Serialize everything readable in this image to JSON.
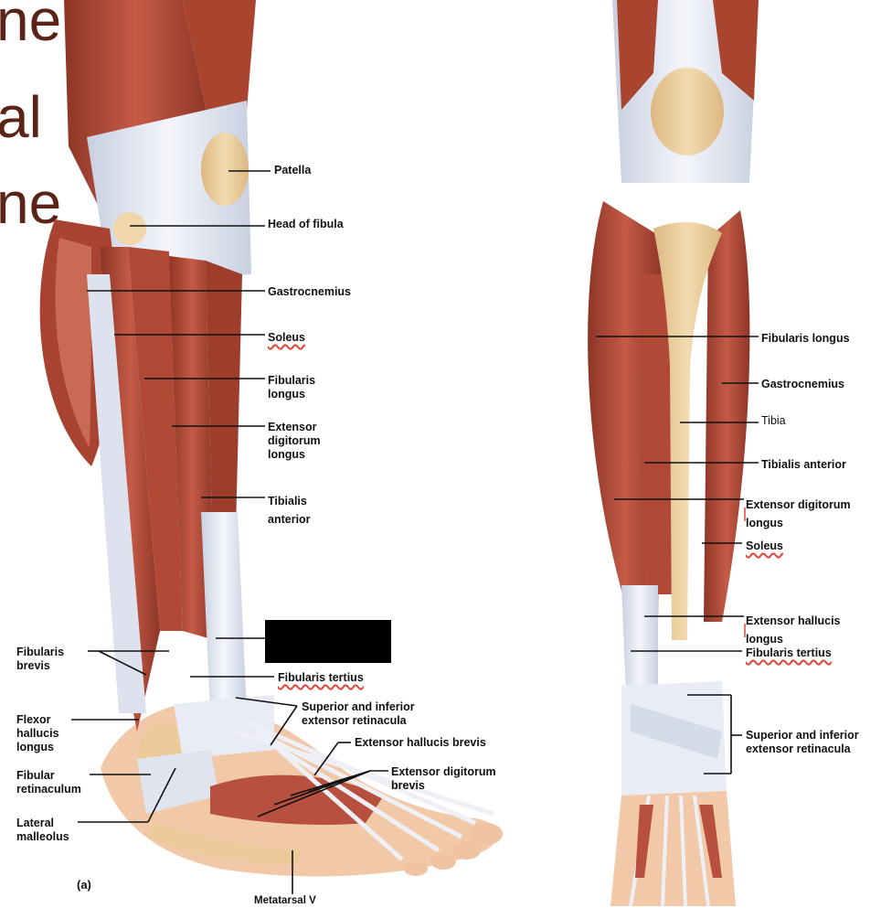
{
  "title_fragments": [
    "ne",
    "al",
    "ne"
  ],
  "panel_label": "(a)",
  "colors": {
    "muscle": "#b8503f",
    "muscle_dark": "#8e3527",
    "muscle_light": "#d47a66",
    "tendon": "#e9ecf4",
    "tendon_shade": "#c9cfe0",
    "bone": "#f0d6a8",
    "skin": "#f2c9a8",
    "title": "#5a2417",
    "squiggle": "#e0453a"
  },
  "left_labels": {
    "patella": "Patella",
    "head_of_fibula": "Head of fibula",
    "gastrocnemius": "Gastrocnemius",
    "soleus": "Soleus",
    "fibularis_longus": "Fibularis\nlongus",
    "extensor_digitorum_longus": "Extensor\ndigitorum\nlongus",
    "tibialis_anterior": "Tibialis\nanterior",
    "fibularis_tertius": "Fibularis tertius",
    "superior_inferior_retinacula": "Superior and inferior\nextensor retinacula",
    "extensor_hallucis_brevis": "Extensor hallucis brevis",
    "extensor_digitorum_brevis": "Extensor digitorum\nbrevis",
    "metatarsal_v": "Metatarsal V",
    "fibularis_brevis": "Fibularis\nbrevis",
    "flexor_hallucis_longus": "Flexor\nhallucis\nlongus",
    "fibular_retinaculum": "Fibular\nretinaculum",
    "lateral_malleolus": "Lateral\nmalleolus"
  },
  "right_labels": {
    "fibularis_longus": "Fibularis longus",
    "gastrocnemius": "Gastrocnemius",
    "tibia": "Tibia",
    "tibialis_anterior": "Tibialis anterior",
    "extensor_digitorum_longus": "Extensor digitorum\nlongus",
    "soleus": "Soleus",
    "extensor_hallucis_longus": "Extensor hallucis\nlongus",
    "fibularis_tertius": "Fibularis tertius",
    "superior_inferior_retinacula": "Superior and inferior\nextensor retinacula"
  }
}
